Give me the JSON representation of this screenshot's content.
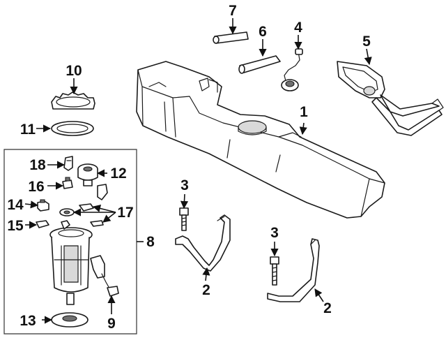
{
  "diagram": {
    "type": "exploded parts diagram",
    "callouts": [
      {
        "id": "1",
        "label": "1"
      },
      {
        "id": "2a",
        "label": "2"
      },
      {
        "id": "2b",
        "label": "2"
      },
      {
        "id": "3a",
        "label": "3"
      },
      {
        "id": "3b",
        "label": "3"
      },
      {
        "id": "4",
        "label": "4"
      },
      {
        "id": "5",
        "label": "5"
      },
      {
        "id": "6",
        "label": "6"
      },
      {
        "id": "7",
        "label": "7"
      },
      {
        "id": "8",
        "label": "8"
      },
      {
        "id": "9",
        "label": "9"
      },
      {
        "id": "10",
        "label": "10"
      },
      {
        "id": "11",
        "label": "11"
      },
      {
        "id": "12",
        "label": "12"
      },
      {
        "id": "13",
        "label": "13"
      },
      {
        "id": "14",
        "label": "14"
      },
      {
        "id": "15",
        "label": "15"
      },
      {
        "id": "16",
        "label": "16"
      },
      {
        "id": "17",
        "label": "17"
      },
      {
        "id": "18",
        "label": "18"
      }
    ],
    "colors": {
      "line": "#1a1a1a",
      "background": "#ffffff",
      "shade": "#d9d9d9"
    }
  }
}
